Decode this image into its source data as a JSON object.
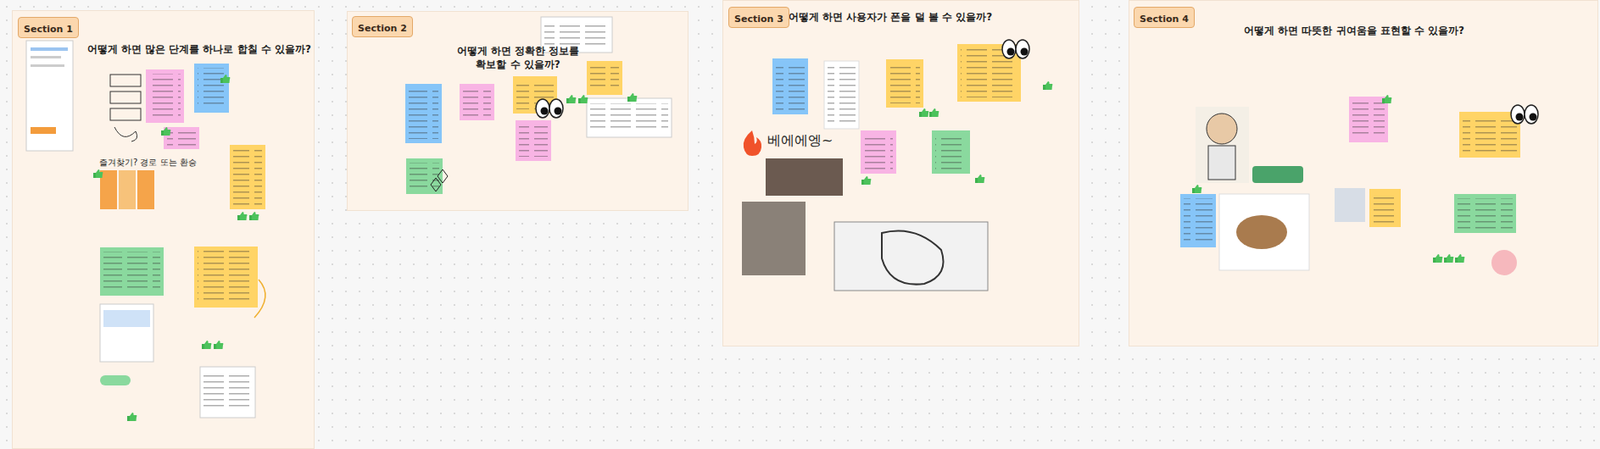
{
  "diagram": {
    "nodes": [
      {
        "text": [
          "어떻게 하면 많은 단계를 하나로 합칠 수 있을까?"
        ]
      },
      {
        "text": [
          "Section 1"
        ],
        "in": 0
      },
      {
        "text": [
          "어떻게 하면 정확한 정보를 확보할 수 있을까?"
        ]
      },
      {
        "text": [
          "Section 2"
        ],
        "in": 2
      },
      {
        "text": [
          "어떻게 하면 사용자가 폰을 덜 볼 수 있을까?"
        ]
      },
      {
        "text": [
          "Section 3"
        ],
        "in": 4
      },
      {
        "text": [
          "어떻게 하면 따뜻한 귀여움을 표현할 수 있을까?"
        ]
      },
      {
        "text": [
          "Section 4"
        ],
        "in": 6
      }
    ],
    "labels": [
      "즐겨찾기? 경로 또는 환승",
      "베에에엥~"
    ]
  }
}
